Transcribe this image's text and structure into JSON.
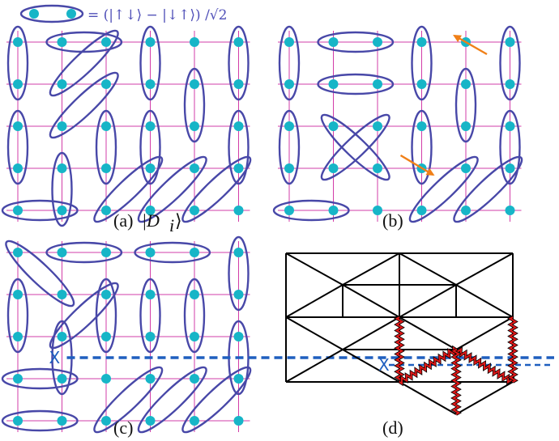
{
  "legend": {
    "formula": "= (|↑↓⟩ − |↓↑⟩) /√2"
  },
  "captions": {
    "a": "(a)",
    "a_state": "|D",
    "a_sub": "i",
    "a_close": "⟩",
    "b": "(b)",
    "c": "(c)",
    "d": "(d)"
  },
  "markers": {
    "vortex_c": "X",
    "vortex_d": "X"
  },
  "colors": {
    "site": "#17b5c7",
    "dimer": "#4848a8",
    "lattice": "#d23ca8",
    "spin_arrow": "#f08018",
    "string": "#1f5fbf",
    "triangle": "#000000",
    "wavy": "#e01818"
  }
}
